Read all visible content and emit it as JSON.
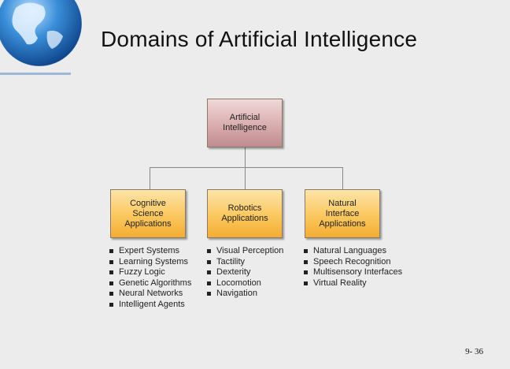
{
  "slide": {
    "title": "Domains of Artificial Intelligence",
    "page_number": "9- 36"
  },
  "diagram": {
    "root": {
      "line1": "Artificial",
      "line2": "Intelligence"
    },
    "categories": [
      {
        "line1": "Cognitive",
        "line2": "Science",
        "line3": "Applications",
        "items": [
          "Expert Systems",
          "Learning Systems",
          "Fuzzy Logic",
          "Genetic Algorithms",
          "Neural Networks",
          "Intelligent Agents"
        ]
      },
      {
        "line1": "Robotics",
        "line2": "Applications",
        "line3": "",
        "items": [
          "Visual Perception",
          "Tactility",
          "Dexterity",
          "Locomotion",
          "Navigation"
        ]
      },
      {
        "line1": "Natural",
        "line2": "Interface",
        "line3": "Applications",
        "items": [
          "Natural Languages",
          "Speech Recognition",
          "Multisensory Interfaces",
          "Virtual Reality"
        ]
      }
    ]
  },
  "colors": {
    "root_box": "#d7a9aa",
    "category_box": "#fbc85e",
    "connector": "#888888"
  },
  "icons": {
    "globe": "globe-icon"
  }
}
